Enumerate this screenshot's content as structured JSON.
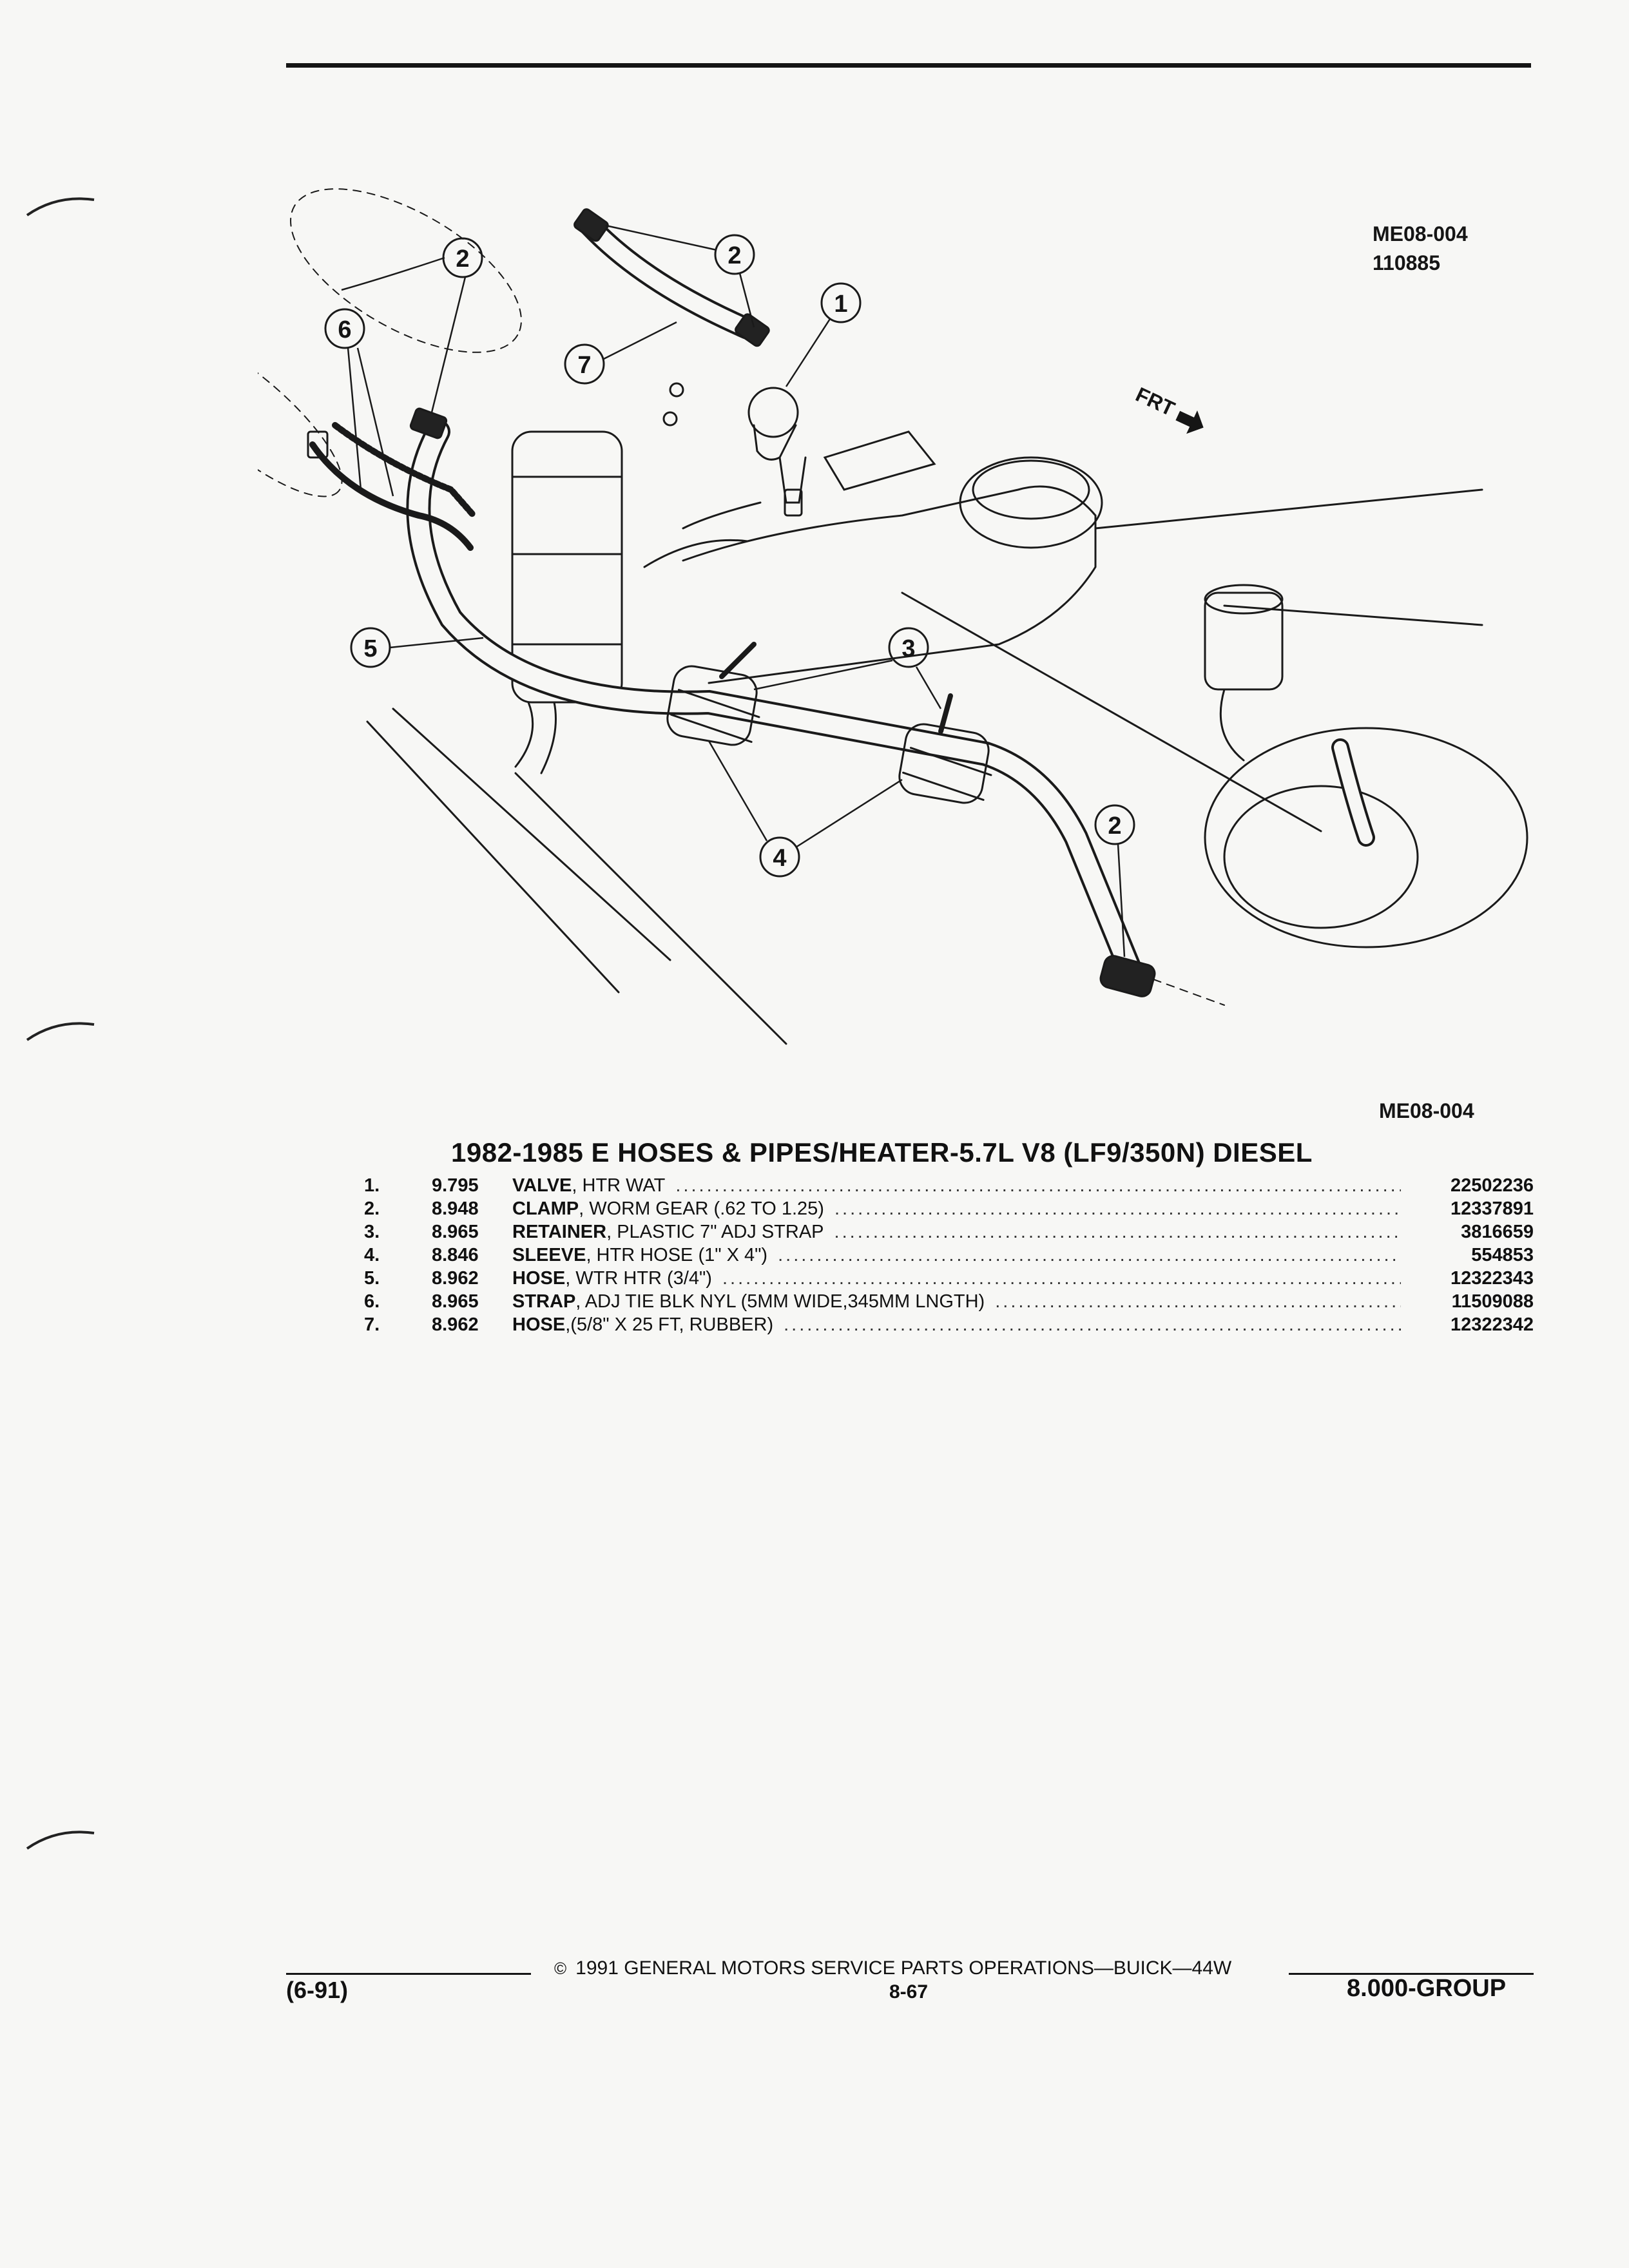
{
  "diagram": {
    "ref_code_top": "ME08-004",
    "ref_number": "110885",
    "ref_code_bottom": "ME08-004",
    "front_label": "FRT",
    "callouts": [
      "1",
      "2",
      "3",
      "4",
      "5",
      "6",
      "7"
    ]
  },
  "section_title": "1982-1985 E HOSES & PIPES/HEATER-5.7L V8 (LF9/350N) DIESEL",
  "parts": [
    {
      "num": "1.",
      "group": "9.795",
      "name": "VALVE",
      "desc": ", HTR WAT",
      "part_no": "22502236"
    },
    {
      "num": "2.",
      "group": "8.948",
      "name": "CLAMP",
      "desc": ", WORM GEAR (.62 TO 1.25)",
      "part_no": "12337891"
    },
    {
      "num": "3.",
      "group": "8.965",
      "name": "RETAINER",
      "desc": ", PLASTIC 7\" ADJ STRAP",
      "part_no": "3816659"
    },
    {
      "num": "4.",
      "group": "8.846",
      "name": "SLEEVE",
      "desc": ", HTR HOSE (1\" X 4\")",
      "part_no": "554853"
    },
    {
      "num": "5.",
      "group": "8.962",
      "name": "HOSE",
      "desc": ", WTR HTR (3/4\")",
      "part_no": "12322343"
    },
    {
      "num": "6.",
      "group": "8.965",
      "name": "STRAP",
      "desc": ", ADJ TIE BLK NYL (5MM WIDE,345MM LNGTH)",
      "part_no": "11509088"
    },
    {
      "num": "7.",
      "group": "8.962",
      "name": "HOSE",
      "desc": " ,(5/8\" X 25 FT, RUBBER)",
      "part_no": "12322342"
    }
  ],
  "footer": {
    "copyright_symbol": "©",
    "copyright": "1991 GENERAL MOTORS SERVICE PARTS OPERATIONS—BUICK—44W",
    "date": "(6-91)",
    "page": "8-67",
    "group": "8.000-GROUP"
  }
}
